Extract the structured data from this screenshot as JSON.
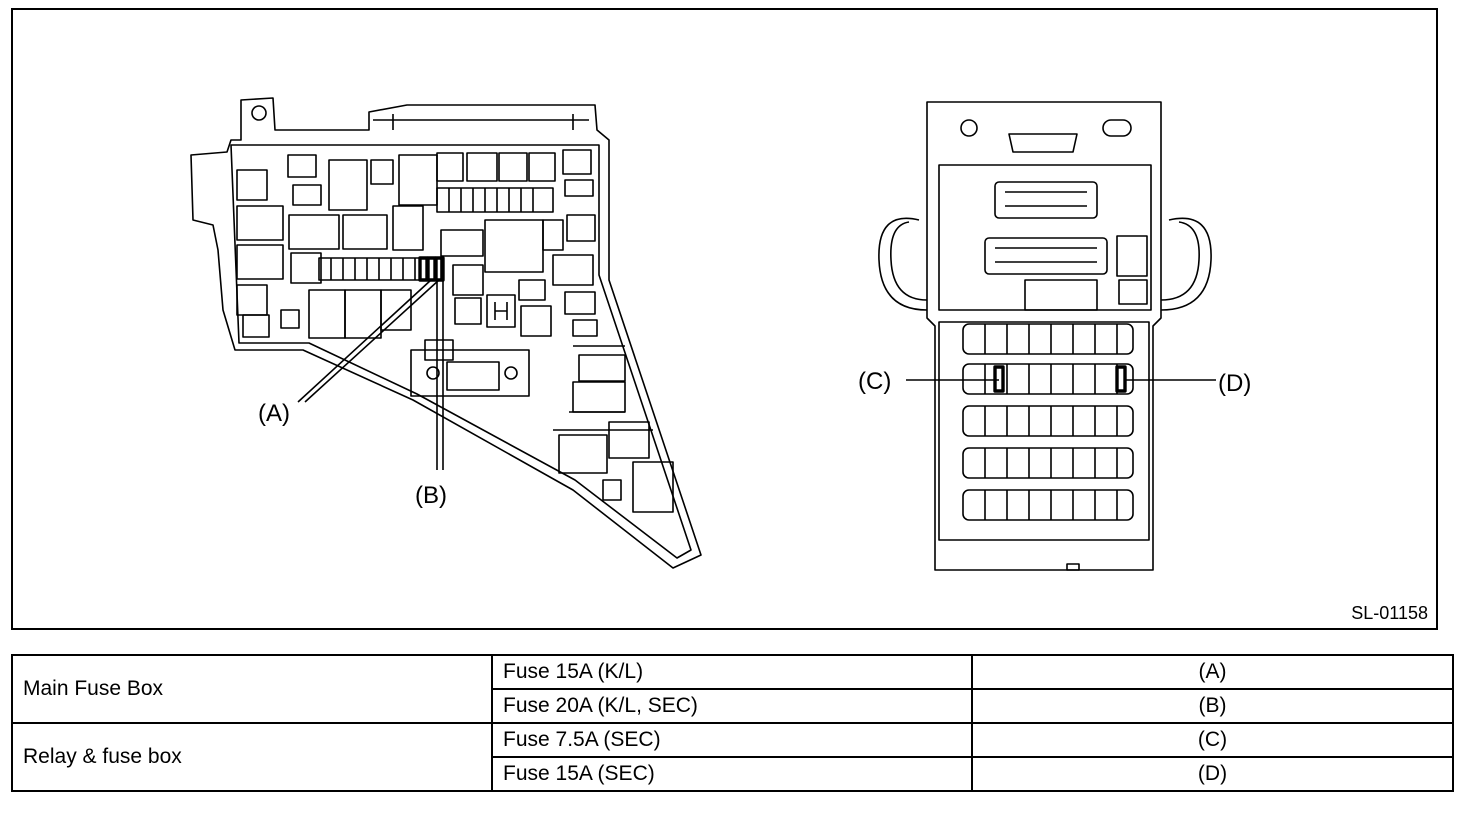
{
  "figure": {
    "id": "SL-01158",
    "callouts": {
      "a": "(A)",
      "b": "(B)",
      "c": "(C)",
      "d": "(D)"
    }
  },
  "legend": {
    "groups": [
      {
        "box": "Main Fuse Box",
        "rows": [
          {
            "fuse": "Fuse 15A (K/L)",
            "ref": "(A)"
          },
          {
            "fuse": "Fuse 20A (K/L, SEC)",
            "ref": "(B)"
          }
        ]
      },
      {
        "box": "Relay & fuse box",
        "rows": [
          {
            "fuse": "Fuse 7.5A (SEC)",
            "ref": "(C)"
          },
          {
            "fuse": "Fuse 15A (SEC)",
            "ref": "(D)"
          }
        ]
      }
    ]
  }
}
